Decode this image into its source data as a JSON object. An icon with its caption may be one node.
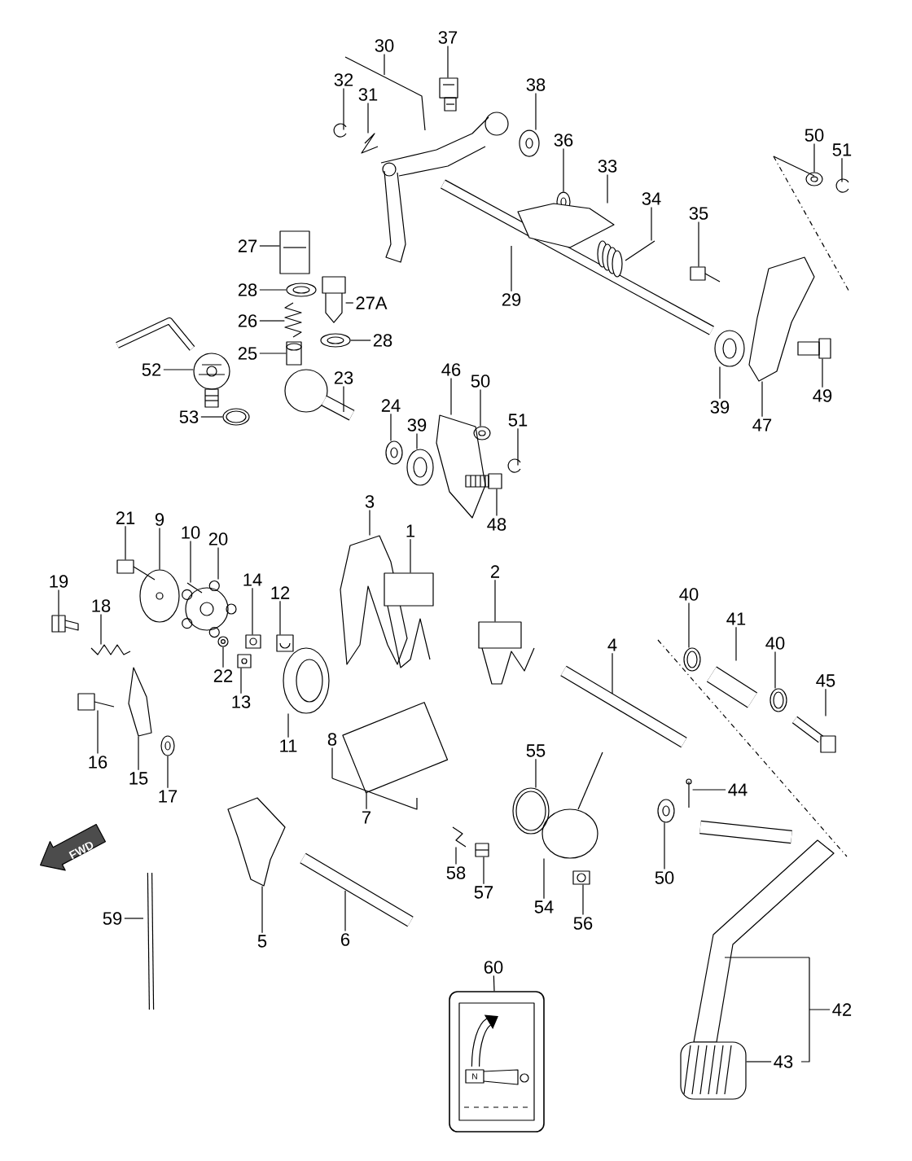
{
  "diagram": {
    "nodes": [
      {
        "text": [
          "37"
        ]
      },
      {
        "text": [
          "30"
        ]
      },
      {
        "text": [
          "32"
        ]
      },
      {
        "text": [
          "38"
        ]
      },
      {
        "text": [
          "31"
        ]
      },
      {
        "text": [
          "50"
        ]
      },
      {
        "text": [
          "36"
        ]
      },
      {
        "text": [
          "51"
        ]
      },
      {
        "text": [
          "33"
        ]
      },
      {
        "text": [
          "34"
        ]
      },
      {
        "text": [
          "35"
        ]
      },
      {
        "text": [
          "27"
        ]
      },
      {
        "text": [
          "28"
        ]
      },
      {
        "text": [
          "29"
        ]
      },
      {
        "text": [
          "27A"
        ]
      },
      {
        "text": [
          "26"
        ]
      },
      {
        "text": [
          "28"
        ]
      },
      {
        "text": [
          "25"
        ]
      },
      {
        "text": [
          "52"
        ]
      },
      {
        "text": [
          "46"
        ]
      },
      {
        "text": [
          "23"
        ]
      },
      {
        "text": [
          "50"
        ]
      },
      {
        "text": [
          "49"
        ]
      },
      {
        "text": [
          "24"
        ]
      },
      {
        "text": [
          "39"
        ]
      },
      {
        "text": [
          "53"
        ]
      },
      {
        "text": [
          "51"
        ]
      },
      {
        "text": [
          "39"
        ]
      },
      {
        "text": [
          "47"
        ]
      },
      {
        "text": [
          "3"
        ]
      },
      {
        "text": [
          "21"
        ]
      },
      {
        "text": [
          "9"
        ]
      },
      {
        "text": [
          "48"
        ]
      },
      {
        "text": [
          "1"
        ]
      },
      {
        "text": [
          "10"
        ]
      },
      {
        "text": [
          "20"
        ]
      },
      {
        "text": [
          "2"
        ]
      },
      {
        "text": [
          "14"
        ]
      },
      {
        "text": [
          "19"
        ]
      },
      {
        "text": [
          "12"
        ]
      },
      {
        "text": [
          "40"
        ]
      },
      {
        "text": [
          "18"
        ]
      },
      {
        "text": [
          "41"
        ]
      },
      {
        "text": [
          "4"
        ]
      },
      {
        "text": [
          "40"
        ]
      },
      {
        "text": [
          "22"
        ]
      },
      {
        "text": [
          "45"
        ]
      },
      {
        "text": [
          "13"
        ]
      },
      {
        "text": [
          "8"
        ]
      },
      {
        "text": [
          "11"
        ]
      },
      {
        "text": [
          "55"
        ]
      },
      {
        "text": [
          "16"
        ]
      },
      {
        "text": [
          "15"
        ]
      },
      {
        "text": [
          "44"
        ]
      },
      {
        "text": [
          "17"
        ]
      },
      {
        "text": [
          "7"
        ]
      },
      {
        "text": [
          "58"
        ]
      },
      {
        "text": [
          "50"
        ]
      },
      {
        "text": [
          "57"
        ]
      },
      {
        "text": [
          "54"
        ]
      },
      {
        "text": [
          "59"
        ]
      },
      {
        "text": [
          "56"
        ]
      },
      {
        "text": [
          "6"
        ]
      },
      {
        "text": [
          "5"
        ]
      },
      {
        "text": [
          "60"
        ]
      },
      {
        "text": [
          "42"
        ]
      },
      {
        "text": [
          "43"
        ]
      },
      {
        "text": [],
        "shape": "box"
      },
      {
        "text": [],
        "shape": "picture"
      },
      {
        "text": [],
        "shape": "picture"
      },
      {
        "text": [],
        "shape": "picture"
      },
      {
        "text": [],
        "shape": "picture"
      },
      {
        "text": [],
        "shape": "picture"
      },
      {
        "text": [],
        "shape": "picture"
      },
      {
        "text": [],
        "shape": "picture"
      },
      {
        "text": [],
        "shape": "picture"
      },
      {
        "text": [],
        "shape": "picture"
      },
      {
        "text": [],
        "shape": "picture"
      },
      {
        "text": [],
        "shape": "picture"
      },
      {
        "text": [],
        "shape": "picture"
      },
      {
        "text": [],
        "shape": "picture"
      },
      {
        "text": [],
        "shape": "picture"
      },
      {
        "text": [],
        "shape": "picture"
      },
      {
        "text": [],
        "shape": "picture"
      },
      {
        "text": [],
        "shape": "picture"
      },
      {
        "text": [],
        "shape": "picture"
      },
      {
        "text": [],
        "shape": "picture"
      },
      {
        "text": [],
        "shape": "picture"
      },
      {
        "text": [],
        "shape": "picture"
      },
      {
        "text": [],
        "shape": "picture"
      },
      {
        "text": [],
        "shape": "picture"
      },
      {
        "text": [],
        "shape": "picture"
      },
      {
        "text": [],
        "shape": "picture"
      },
      {
        "text": [],
        "shape": "picture"
      },
      {
        "text": [],
        "shape": "picture"
      },
      {
        "text": [],
        "shape": "picture"
      },
      {
        "text": [],
        "shape": "picture"
      },
      {
        "text": [],
        "shape": "picture"
      },
      {
        "text": [],
        "shape": "picture"
      },
      {
        "text": [],
        "shape": "picture"
      },
      {
        "text": [],
        "shape": "picture"
      },
      {
        "text": [],
        "shape": "picture"
      },
      {
        "text": [],
        "shape": "picture"
      },
      {
        "text": [],
        "shape": "picture"
      },
      {
        "text": [],
        "shape": "picture"
      },
      {
        "text": [],
        "shape": "picture"
      },
      {
        "text": [],
        "shape": "picture"
      },
      {
        "text": [],
        "shape": "picture"
      },
      {
        "text": [],
        "shape": "picture"
      },
      {
        "text": [],
        "shape": "picture"
      },
      {
        "text": [],
        "shape": "picture"
      },
      {
        "text": [],
        "shape": "picture"
      },
      {
        "text": [],
        "shape": "picture"
      },
      {
        "text": [],
        "shape": "picture"
      },
      {
        "text": [],
        "shape": "picture"
      },
      {
        "text": [],
        "shape": "picture"
      },
      {
        "text": [],
        "shape": "picture"
      },
      {
        "text": [],
        "shape": "picture"
      },
      {
        "text": [],
        "shape": "picture"
      },
      {
        "text": [],
        "shape": "picture"
      },
      {
        "text": [],
        "shape": "picture"
      },
      {
        "text": [],
        "shape": "picture"
      },
      {
        "text": [],
        "shape": "picture"
      },
      {
        "text": [],
        "shape": "picture"
      },
      {
        "text": [],
        "shape": "picture"
      }
    ],
    "edges": [
      {
        "from": 0,
        "to": 68,
        "arrow": "none"
      },
      {
        "from": 1,
        "to": null,
        "arrow": "none"
      },
      {
        "from": 2,
        "to": 69,
        "arrow": "none"
      },
      {
        "from": 3,
        "to": 70,
        "arrow": "none"
      },
      {
        "from": 4,
        "to": 71,
        "arrow": "none"
      },
      {
        "from": 5,
        "to": 72,
        "arrow": "none"
      },
      {
        "from": 6,
        "to": 73,
        "arrow": "none"
      },
      {
        "from": 7,
        "to": 74,
        "arrow": "none"
      },
      {
        "from": 8,
        "to": 75,
        "arrow": "none"
      },
      {
        "from": 9,
        "to": 76,
        "arrow": "none"
      },
      {
        "from": 10,
        "to": 77,
        "arrow": "none"
      },
      {
        "from": 11,
        "to": 78,
        "arrow": "none"
      },
      {
        "from": 12,
        "to": 79,
        "arrow": "none"
      },
      {
        "from": 13,
        "to": null,
        "arrow": "none"
      },
      {
        "from": 14,
        "to": 80,
        "arrow": "none"
      },
      {
        "from": 15,
        "to": 81,
        "arrow": "none"
      },
      {
        "from": 16,
        "to": 82,
        "arrow": "none"
      },
      {
        "from": 17,
        "to": 83,
        "arrow": "none"
      },
      {
        "from": 18,
        "to": 84,
        "arrow": "none"
      },
      {
        "from": 19,
        "to": 85,
        "arrow": "none"
      },
      {
        "from": 20,
        "to": null,
        "arrow": "none"
      },
      {
        "from": 21,
        "to": 86,
        "arrow": "none"
      },
      {
        "from": 22,
        "to": 87,
        "arrow": "none"
      },
      {
        "from": 23,
        "to": 88,
        "arrow": "none"
      },
      {
        "from": 24,
        "to": 89,
        "arrow": "none"
      },
      {
        "from": 25,
        "to": 90,
        "arrow": "none"
      },
      {
        "from": 26,
        "to": 91,
        "arrow": "none"
      },
      {
        "from": 27,
        "to": 92,
        "arrow": "none"
      },
      {
        "from": 28,
        "to": 93,
        "arrow": "none"
      },
      {
        "from": 29,
        "to": 94,
        "arrow": "none"
      },
      {
        "from": 30,
        "to": 95,
        "arrow": "none"
      },
      {
        "from": 31,
        "to": 96,
        "arrow": "none"
      },
      {
        "from": 32,
        "to": 97,
        "arrow": "none"
      },
      {
        "from": 33,
        "to": 98,
        "arrow": "none"
      },
      {
        "from": 34,
        "to": 99,
        "arrow": "none"
      },
      {
        "from": 35,
        "to": 100,
        "arrow": "none"
      },
      {
        "from": 36,
        "to": 101,
        "arrow": "none"
      },
      {
        "from": 37,
        "to": 102,
        "arrow": "none"
      },
      {
        "from": 38,
        "to": 103,
        "arrow": "none"
      },
      {
        "from": 39,
        "to": 104,
        "arrow": "none"
      },
      {
        "from": 40,
        "to": 105,
        "arrow": "none"
      },
      {
        "from": 41,
        "to": 106,
        "arrow": "none"
      },
      {
        "from": 42,
        "to": 107,
        "arrow": "none"
      },
      {
        "from": 43,
        "to": null,
        "arrow": "none"
      },
      {
        "from": 44,
        "to": 108,
        "arrow": "none"
      },
      {
        "from": 45,
        "to": 109,
        "arrow": "none"
      },
      {
        "from": 46,
        "to": 110,
        "arrow": "none"
      },
      {
        "from": 47,
        "to": 111,
        "arrow": "none"
      },
      {
        "from": 48,
        "to": null,
        "arrow": "none"
      },
      {
        "from": 49,
        "to": 112,
        "arrow": "none"
      },
      {
        "from": 50,
        "to": 113,
        "arrow": "none"
      },
      {
        "from": 51,
        "to": 114,
        "arrow": "none"
      },
      {
        "from": 52,
        "to": 115,
        "arrow": "none"
      },
      {
        "from": 53,
        "to": 116,
        "arrow": "none"
      },
      {
        "from": 54,
        "to": 117,
        "arrow": "none"
      },
      {
        "from": 55,
        "to": null,
        "arrow": "none"
      },
      {
        "from": 56,
        "to": 118,
        "arrow": "none"
      },
      {
        "from": 57,
        "to": 119,
        "arrow": "none"
      },
      {
        "from": 58,
        "to": 120,
        "arrow": "none"
      },
      {
        "from": 59,
        "to": 121,
        "arrow": "none"
      },
      {
        "from": 60,
        "to": null,
        "arrow": "none"
      },
      {
        "from": 61,
        "to": 122,
        "arrow": "none"
      },
      {
        "from": 62,
        "to": null,
        "arrow": "none"
      },
      {
        "from": 63,
        "to": 123,
        "arrow": "none"
      },
      {
        "from": 64,
        "to": 67,
        "arrow": "none"
      },
      {
        "from": 65,
        "to": null,
        "arrow": "none"
      },
      {
        "from": 66,
        "to": 124,
        "arrow": "none"
      }
    ],
    "labels": [
      "FWD",
      "N"
    ]
  }
}
